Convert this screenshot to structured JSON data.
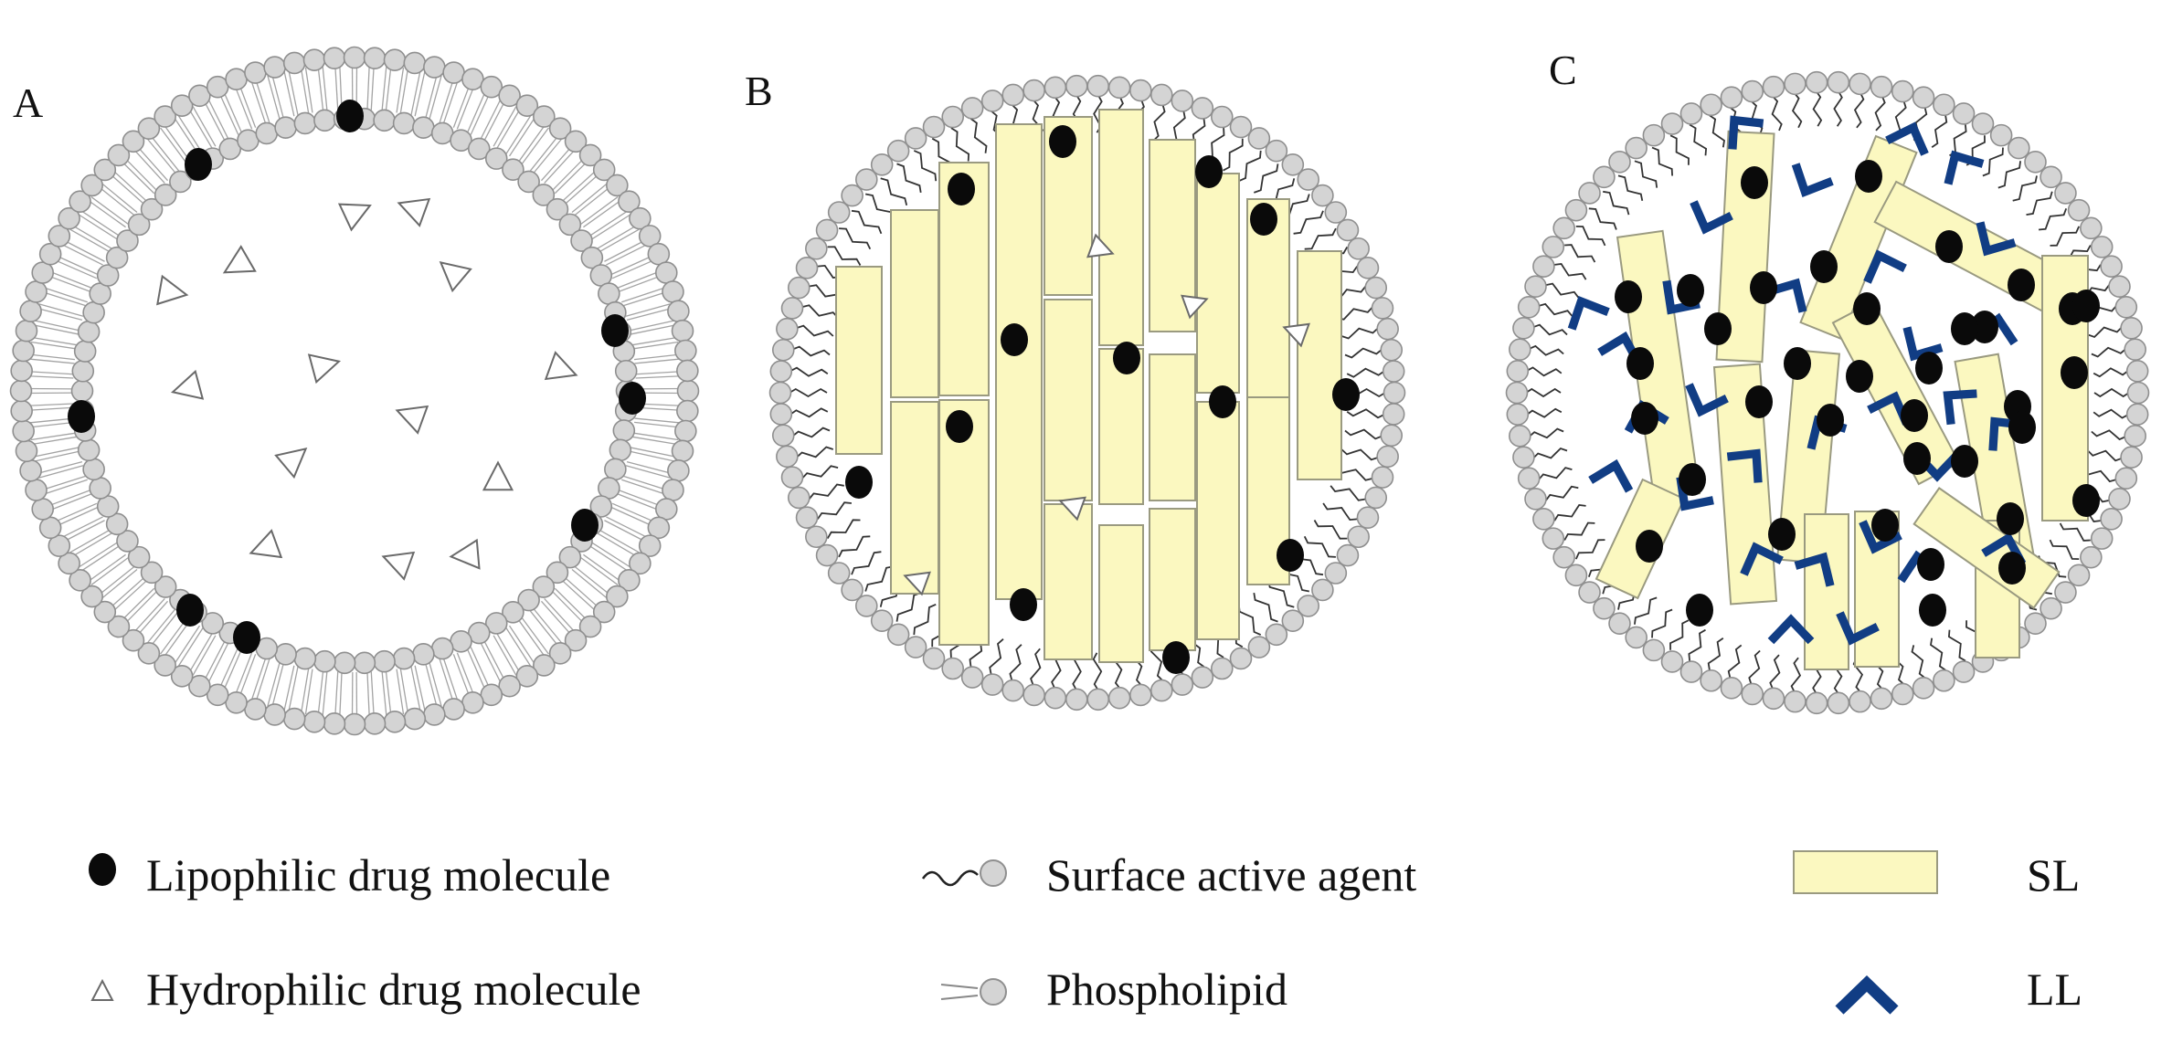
{
  "panels": {
    "a": {
      "label": "A"
    },
    "b": {
      "label": "B"
    },
    "c": {
      "label": "C"
    }
  },
  "legend": {
    "lipophilic": "Lipophilic drug molecule",
    "hydrophilic": "Hydrophilic drug molecule",
    "surfactant": "Surface active agent",
    "phospholipid": "Phospholipid",
    "sl": "SL",
    "ll": "LL"
  },
  "colors": {
    "head_fill": "#d4d4d4",
    "head_stroke": "#8f8f8f",
    "drug": "#0a0a0a",
    "solid_lipid": "#fbf8c0",
    "solid_lipid_stroke": "#9a9a80",
    "liquid_lipid": "#113d84"
  }
}
